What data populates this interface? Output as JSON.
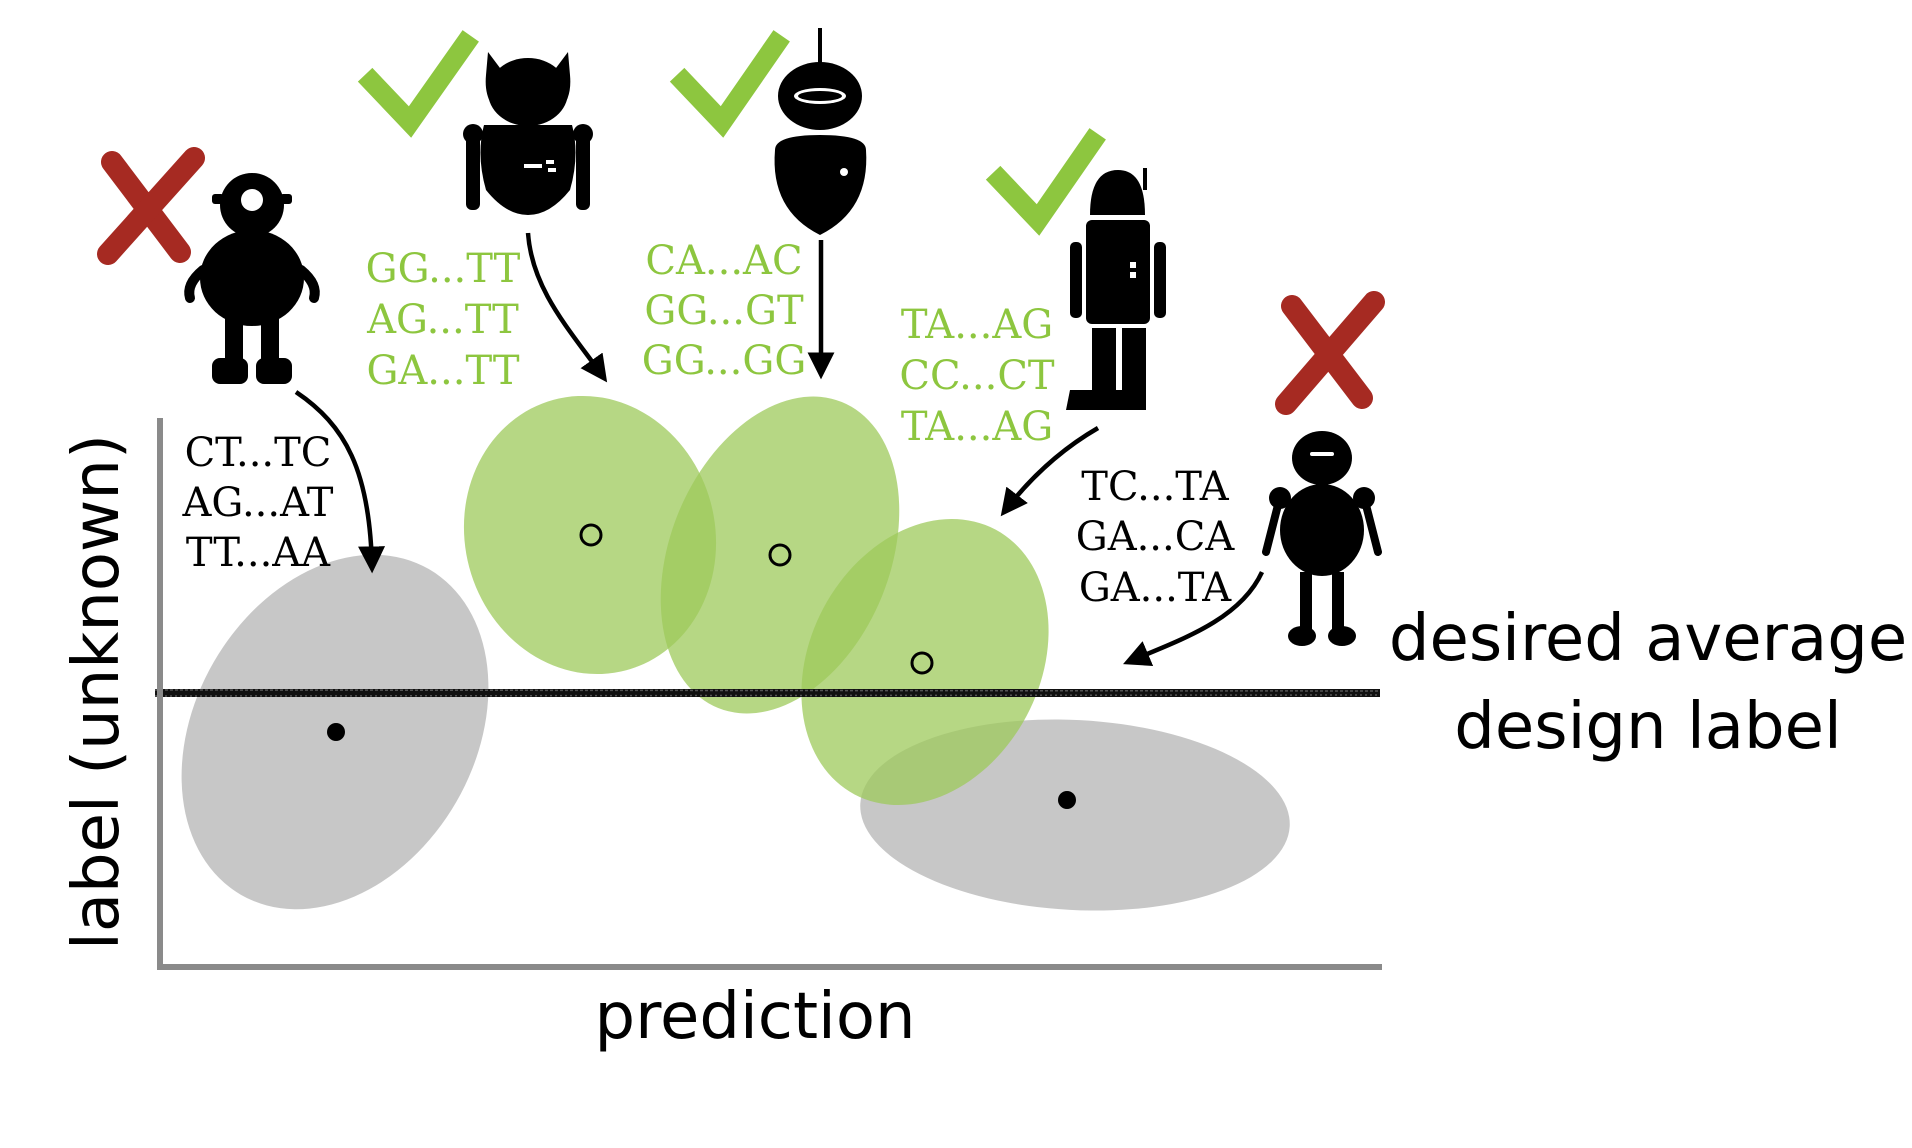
{
  "axes": {
    "xlabel": "prediction",
    "ylabel": "label (unknown)"
  },
  "threshold": {
    "line1": "desired average",
    "line2": "design label"
  },
  "colors": {
    "accept_green": "#8dc63f",
    "accept_blob": "#9dc95b",
    "reject_red": "#a62a22",
    "reject_blob": "#bdbdbd",
    "ink": "#000000",
    "axis": "#8a8a8a"
  },
  "designers": [
    {
      "id": "robot-1",
      "mark": "x-mark",
      "accepted": false,
      "sequences": [
        "CT...TC",
        "AG...AT",
        "TT...AA"
      ]
    },
    {
      "id": "robot-2",
      "mark": "check-mark",
      "accepted": true,
      "sequences": [
        "GG...TT",
        "AG...TT",
        "GA...TT"
      ]
    },
    {
      "id": "robot-3",
      "mark": "check-mark",
      "accepted": true,
      "sequences": [
        "CA...AC",
        "GG...GT",
        "GG...GG"
      ]
    },
    {
      "id": "robot-4",
      "mark": "check-mark",
      "accepted": true,
      "sequences": [
        "TA...AG",
        "CC...CT",
        "TA...AG"
      ]
    },
    {
      "id": "robot-5",
      "mark": "x-mark",
      "accepted": false,
      "sequences": [
        "TC...TA",
        "GA...CA",
        "GA...TA"
      ]
    }
  ]
}
